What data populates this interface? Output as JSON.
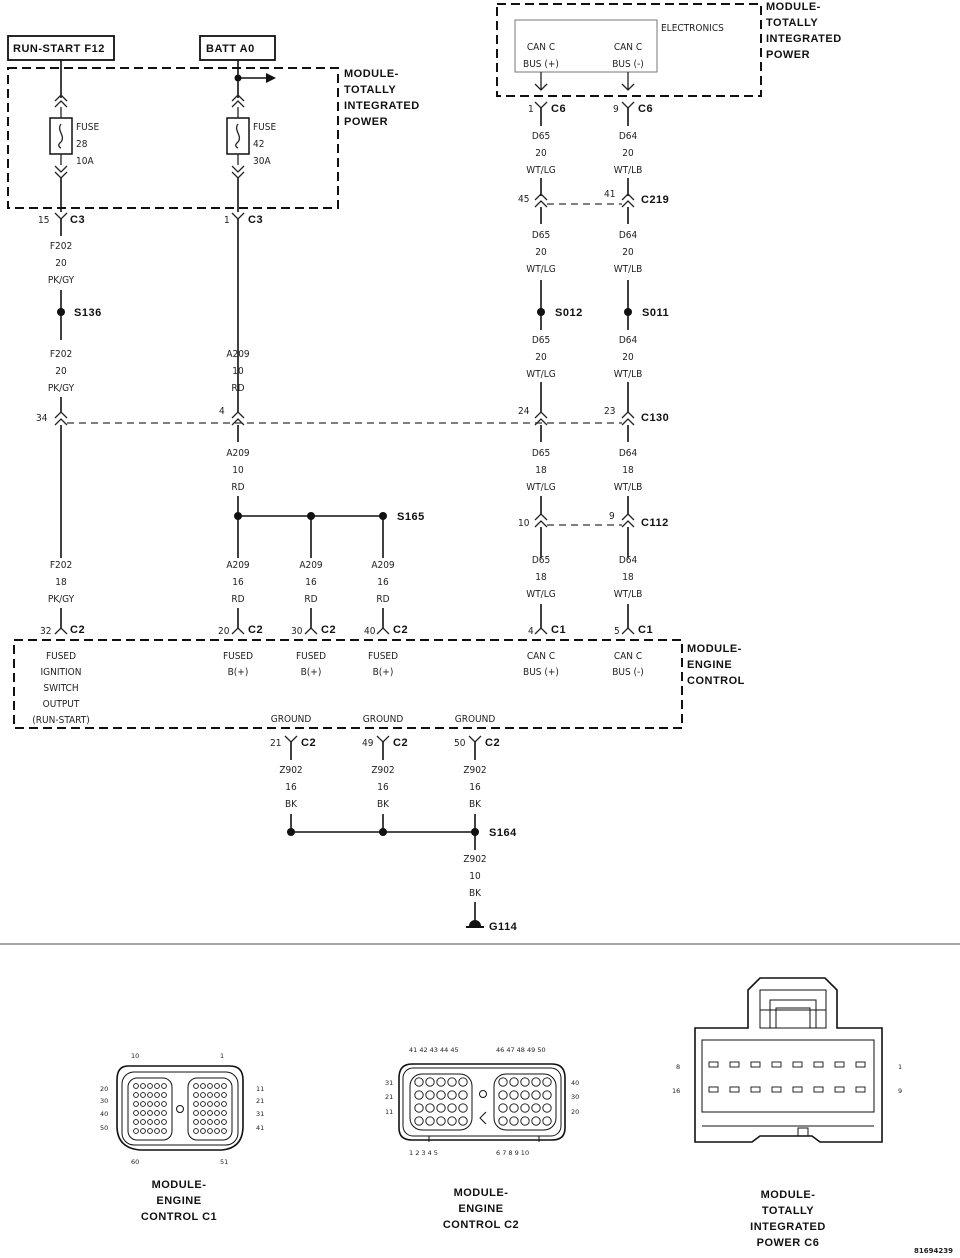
{
  "sources": {
    "run_start": "RUN-START F12",
    "batt": "BATT A0"
  },
  "modules": {
    "tipm": [
      "MODULE-",
      "TOTALLY",
      "INTEGRATED",
      "POWER"
    ],
    "tipm_top": [
      "MODULE-",
      "TOTALLY",
      "INTEGRATED",
      "POWER"
    ],
    "ecm": [
      "MODULE-",
      "ENGINE",
      "CONTROL"
    ],
    "electronics": "ELECTRONICS"
  },
  "fuses": [
    {
      "lines": [
        "FUSE",
        "28",
        "10A"
      ]
    },
    {
      "lines": [
        "FUSE",
        "42",
        "30A"
      ]
    }
  ],
  "wires": {
    "f202_20": [
      "F202",
      "20",
      "PK/GY"
    ],
    "f202_18": [
      "F202",
      "18",
      "PK/GY"
    ],
    "a209_10": [
      "A209",
      "10",
      "RD"
    ],
    "a209_16": [
      "A209",
      "16",
      "RD"
    ],
    "d65_20": [
      "D65",
      "20",
      "WT/LG"
    ],
    "d64_20": [
      "D64",
      "20",
      "WT/LB"
    ],
    "d65_18": [
      "D65",
      "18",
      "WT/LG"
    ],
    "d64_18": [
      "D64",
      "18",
      "WT/LB"
    ],
    "z902_16": [
      "Z902",
      "16",
      "BK"
    ],
    "z902_10": [
      "Z902",
      "10",
      "BK"
    ]
  },
  "connectors": {
    "c3": "C3",
    "c6": "C6",
    "c219": "C219",
    "c130": "C130",
    "c112": "C112",
    "c2": "C2",
    "c1": "C1"
  },
  "pins": {
    "c3_15": "15",
    "c3_1": "1",
    "c6_1": "1",
    "c6_9": "9",
    "c219_45": "45",
    "c219_41": "41",
    "c130_34": "34",
    "c130_4": "4",
    "c130_24": "24",
    "c130_23": "23",
    "c112_10": "10",
    "c112_9": "9",
    "c2_32": "32",
    "c2_20": "20",
    "c2_30": "30",
    "c2_40": "40",
    "c1_4": "4",
    "c1_5": "5",
    "c2_21": "21",
    "c2_49": "49",
    "c2_50": "50"
  },
  "splices": {
    "s136": "S136",
    "s012": "S012",
    "s011": "S011",
    "s165": "S165",
    "s164": "S164"
  },
  "ground": "G114",
  "circuit_labels": {
    "can_c_bus_plus": [
      "CAN C",
      "BUS (+)"
    ],
    "can_c_bus_minus": [
      "CAN C",
      "BUS (-)"
    ],
    "fused_ign": [
      "FUSED",
      "IGNITION",
      "SWITCH",
      "OUTPUT",
      "(RUN-START)"
    ],
    "fused_b": [
      "FUSED",
      "B(+)"
    ],
    "ground": "GROUND"
  },
  "connector_views": {
    "ecm_c1": {
      "title": [
        "MODULE-",
        "ENGINE",
        "CONTROL C1"
      ],
      "pins_top": [
        "10",
        "1"
      ],
      "pins_left": [
        "20",
        "30",
        "40",
        "50"
      ],
      "pins_right": [
        "11",
        "21",
        "31",
        "41"
      ],
      "pins_bottom": [
        "60",
        "51"
      ]
    },
    "ecm_c2": {
      "title": [
        "MODULE-",
        "ENGINE",
        "CONTROL C2"
      ],
      "pins_top_left": "41 42 43 44 45",
      "pins_top_right": "46 47 48 49 50",
      "pins_left": [
        "31",
        "21",
        "11"
      ],
      "pins_right": [
        "40",
        "30",
        "20"
      ],
      "pins_bottom_left": "1 2 3 4 5",
      "pins_bottom_right": "6 7 8 9 10"
    },
    "tipm_c6": {
      "title": [
        "MODULE-",
        "TOTALLY",
        "INTEGRATED",
        "POWER C6"
      ],
      "pins_left": [
        "8",
        "16"
      ],
      "pins_right": [
        "1",
        "9"
      ]
    }
  },
  "doc_id": "81694239"
}
